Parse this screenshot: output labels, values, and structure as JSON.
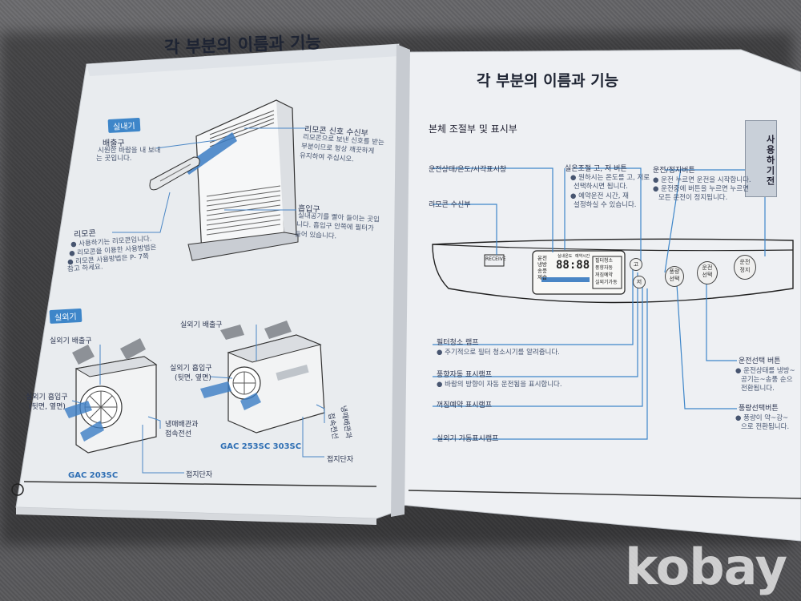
{
  "left_page": {
    "title": "각 부분의 이름과 기능",
    "indoor_tag": "실내기",
    "outdoor_tag": "실외기",
    "labels": {
      "outlet": "배출구",
      "outlet_desc1": "시원한 바람을 내 보내",
      "outlet_desc2": "는 곳입니다.",
      "remote_rx": "리모콘 신호 수신부",
      "remote_rx_desc1": "리모콘으로 보낸 신호를 받는",
      "remote_rx_desc2": "부분이므로 항상 깨끗하게",
      "remote_rx_desc3": "유지하여 주십시오.",
      "intake": "흡입구",
      "intake_desc1": "실내공기를 빨아 들이는 곳입",
      "intake_desc2": "니다. 흡입구 안쪽에 필터가",
      "intake_desc3": "들어 있습니다.",
      "remote": "리모콘",
      "remote_desc1": "● 사용하기는 리모콘입니다.",
      "remote_desc2": "● 리모콘을 이용한 사용방법은",
      "remote_desc3": "● 리모콘 사용방법은 P- 7쪽",
      "remote_desc4": "참고 하세요.",
      "out_outlet_1": "실외기 배출구",
      "out_intake_1": "실외기 흡입구",
      "out_intake_1_sub": "(뒷면, 옆면)",
      "out_outlet_2": "실외기 배출구",
      "out_intake_2": "실외기 흡입구",
      "out_intake_2_sub": "(뒷면, 옆면)",
      "pipe_1a": "냉매배관과",
      "pipe_1b": "접속전선",
      "pipe_2a": "냉매배관과",
      "pipe_2b": "접속전선",
      "ground_1": "접지단자",
      "ground_2": "접지단자",
      "model_1": "GAC 203SC",
      "model_2": "GAC 253SC  303SC"
    }
  },
  "right_page": {
    "title": "각 부분의 이름과 기능",
    "section": "본체 조절부 및 표시부",
    "side_tab": "사용하기전",
    "labels": {
      "run_status": "운전상태/온도/시각표시창",
      "remote_rx": "리모콘 수신부",
      "temp_btn": "실온조절 고, 저 버튼",
      "temp_desc1": "● 원하시는 온도를 고, 저로",
      "temp_desc2": "선택하시면 됩니다.",
      "temp_desc3": "● 예약운전 시간, 재",
      "temp_desc4": "설정하실 수 있습니다.",
      "power_btn": "운전/정지버튼",
      "power_desc1": "● 운전 누르면 운전을 시작합니다.",
      "power_desc2": "● 운전중에 버튼을 누르면 누르면",
      "power_desc3": "모든 운전이 정지됩니다.",
      "filter_lamp": "필터청소 램프",
      "filter_desc": "● 주기적으로 필터 청소시기를 알려줍니다.",
      "wind_lamp": "풍향자동 표시램프",
      "wind_desc": "● 바람의 방향이 자동 운전됨을 표시합니다.",
      "off_timer_lamp": "꺼짐예약 표시램프",
      "outdoor_lamp": "실외기 가동표시램프",
      "mode_btn": "운전선택 버튼",
      "mode_desc1": "● 운전상태를 냉방~",
      "mode_desc2": "공기는~송풍 순으",
      "mode_desc3": "전환됩니다.",
      "wind_btn": "풍량선택버튼",
      "wind_btn_desc1": "● 풍량이 약~강~",
      "wind_btn_desc2": "으로 전환됩니다."
    },
    "panel": {
      "rx_label": "RECEIVE",
      "modes": [
        "운전",
        "냉방",
        "송풍",
        "제습"
      ],
      "lcd_digits": "88:88",
      "lcd_top_left": "실내온도",
      "lcd_top_right": "예약시간",
      "lamps": [
        "필터청소",
        "풍향자동",
        "꺼짐예약",
        "실외기가동"
      ],
      "btn_up": "고",
      "btn_down": "저",
      "btn_wind": "풍량\n선택",
      "btn_mode": "운전\n선택",
      "btn_power": "운전\n정지"
    }
  },
  "watermark": "kobay"
}
